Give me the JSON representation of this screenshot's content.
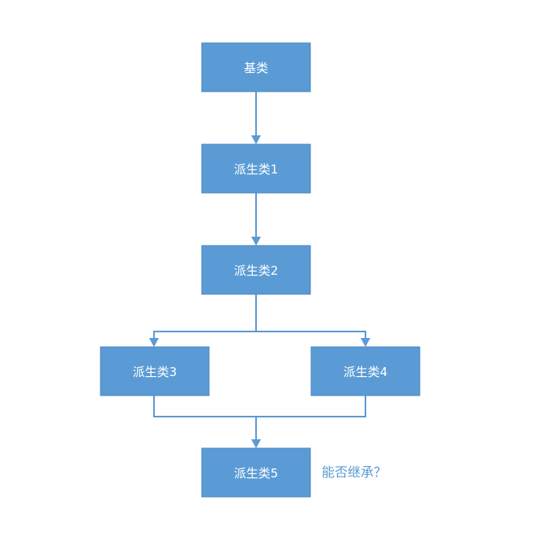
{
  "nodes": {
    "base": {
      "label": "基类"
    },
    "derived1": {
      "label": "派生类1"
    },
    "derived2": {
      "label": "派生类2"
    },
    "derived3": {
      "label": "派生类3"
    },
    "derived4": {
      "label": "派生类4"
    },
    "derived5": {
      "label": "派生类5"
    }
  },
  "question": "能否继承？",
  "colors": {
    "node_fill": "#5b9bd5",
    "node_text": "#ffffff",
    "connector": "#5b9bd5",
    "question_text": "#5b9bd5"
  },
  "edges": [
    {
      "from": "base",
      "to": "derived1"
    },
    {
      "from": "derived1",
      "to": "derived2"
    },
    {
      "from": "derived2",
      "to": "derived3"
    },
    {
      "from": "derived2",
      "to": "derived4"
    },
    {
      "from": "derived3",
      "to": "derived5"
    },
    {
      "from": "derived4",
      "to": "derived5"
    }
  ]
}
